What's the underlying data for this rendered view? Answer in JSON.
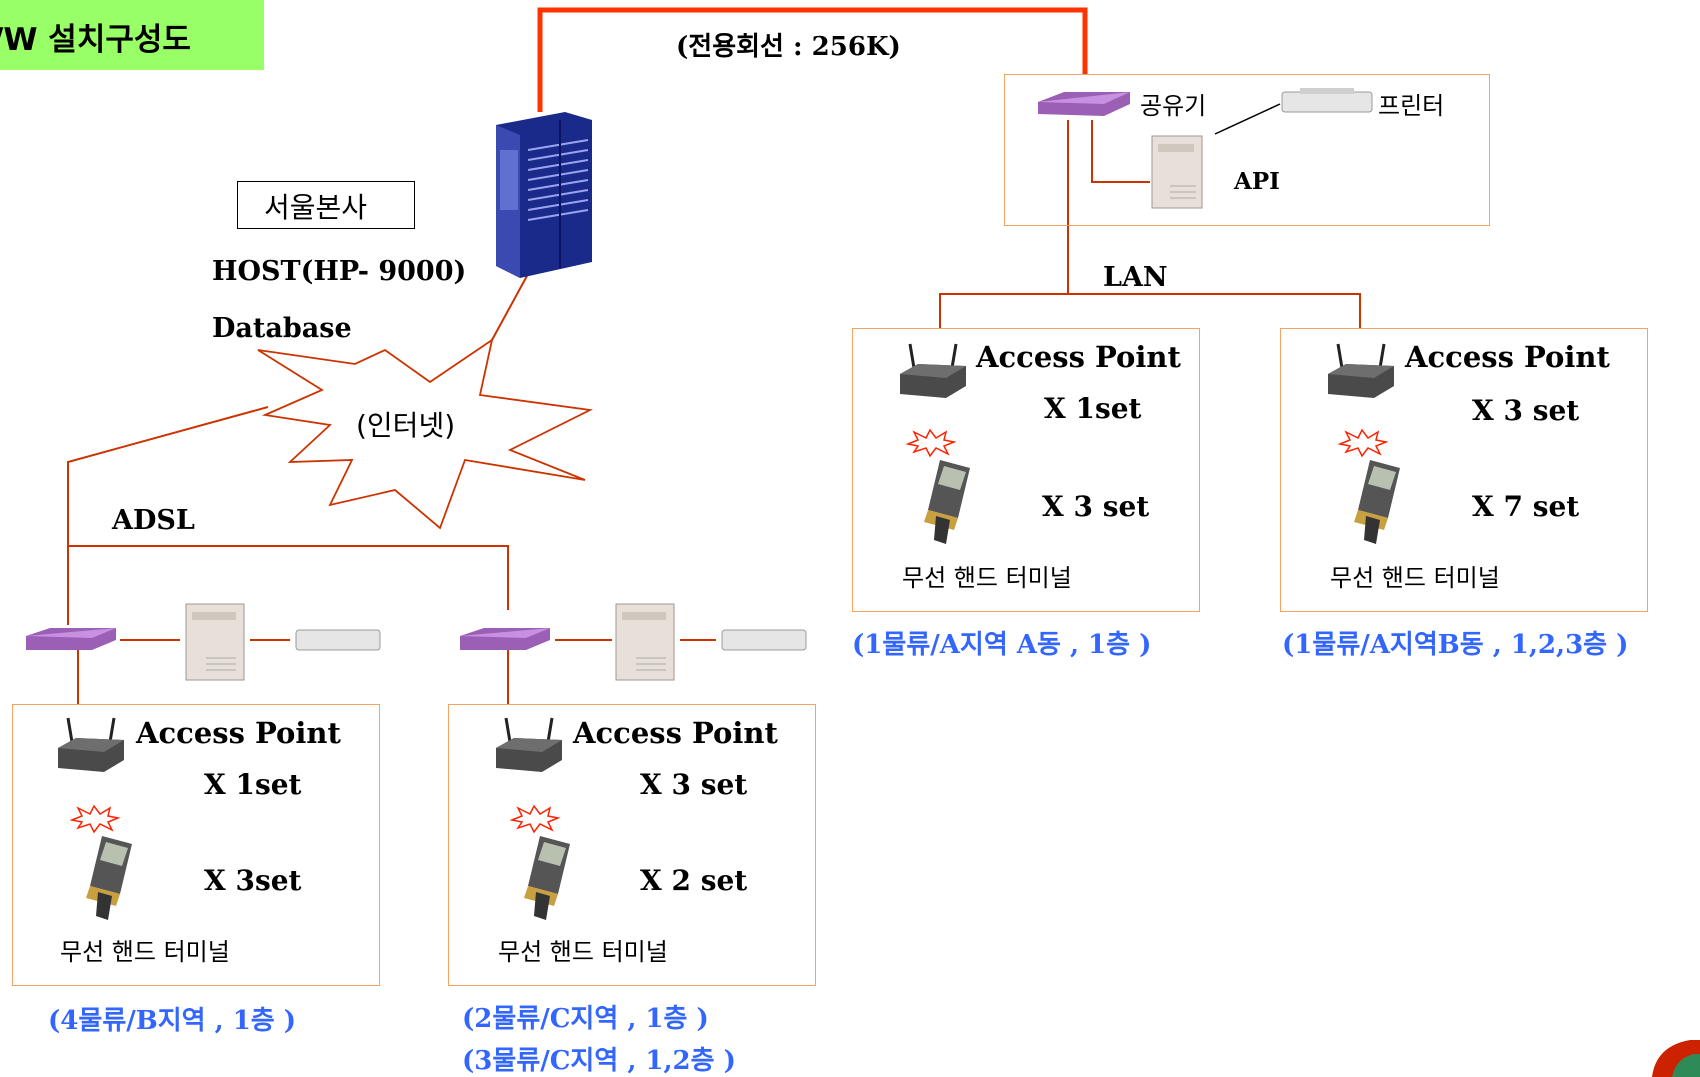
{
  "title": "/W 설치구성도",
  "leased_line": "(전용회선 : 256K)",
  "hq": {
    "name": "서울본사",
    "host": "HOST(HP- 9000)",
    "db": "Database"
  },
  "internet": "(인터넷)",
  "adsl": "ADSL",
  "lan": "LAN",
  "top_site": {
    "router": "공유기",
    "printer": "프린터",
    "api": "API"
  },
  "sites": [
    {
      "ap": "Access Point",
      "ap_qty": "X  1set",
      "term_qty": "X  3 set",
      "terminal": "무선 핸드 터미널",
      "location": "(1물류/A지역 A동 , 1층 )"
    },
    {
      "ap": "Access Point",
      "ap_qty": "X  3 set",
      "term_qty": "X  7 set",
      "terminal": "무선 핸드 터미널",
      "location": "(1물류/A지역B동 , 1,2,3층 )"
    },
    {
      "ap": "Access Point",
      "ap_qty": "X  1set",
      "term_qty": "X  3set",
      "terminal": "무선 핸드 터미널",
      "location": "(4물류/B지역 , 1층 )"
    },
    {
      "ap": "Access Point",
      "ap_qty": "X  3 set",
      "term_qty": "X  2 set",
      "terminal": "무선 핸드 터미널",
      "location": "(2물류/C지역 , 1층 )",
      "location2": "(3물류/C지역 , 1,2층 )"
    }
  ],
  "colors": {
    "leased_line": "#ff3300",
    "title_bg": "#99ff66",
    "box_border": "#f4a460",
    "location_text": "#3366ff",
    "local_link": "#cc3300"
  }
}
